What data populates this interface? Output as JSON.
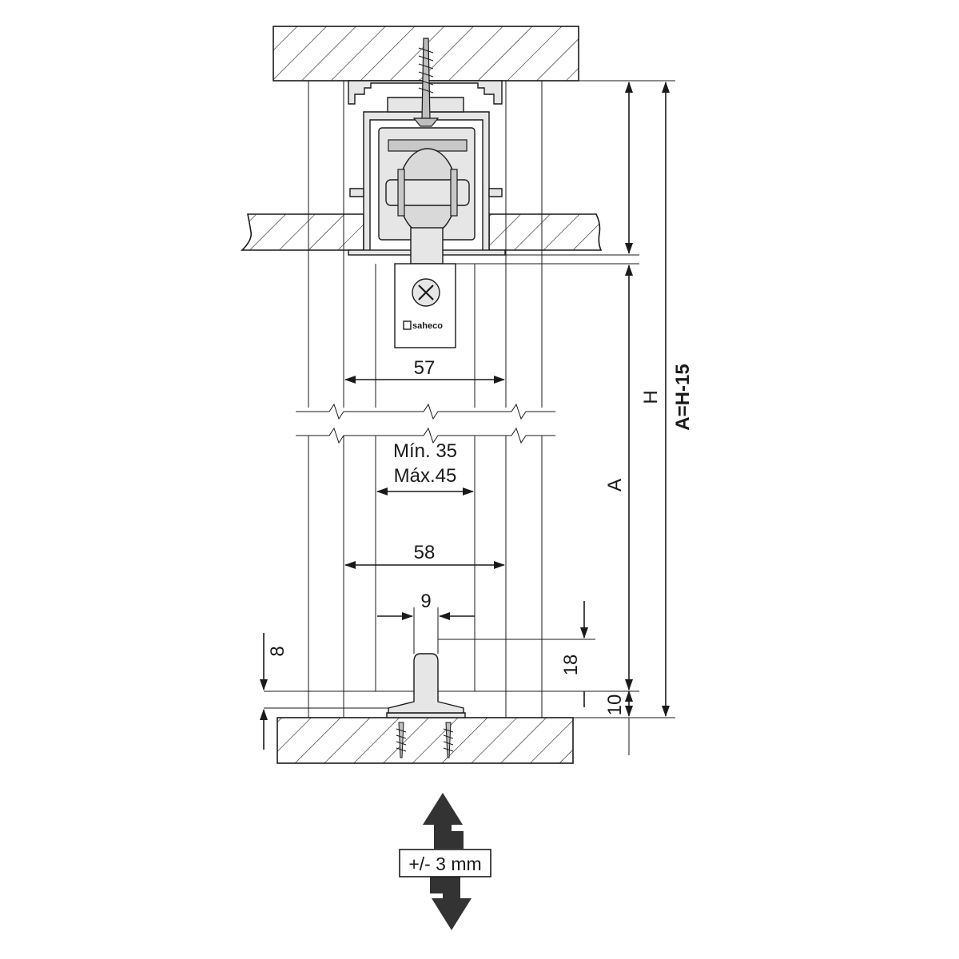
{
  "brand_mark": "saheco",
  "dimensions": {
    "width_top": "57",
    "door_min": "Mín. 35",
    "door_max": "Máx.45",
    "width_bottom": "58",
    "guide_width": "9",
    "guide_height": "18",
    "floor_clearance": "10",
    "guide_offset": "8",
    "label_H": "H",
    "label_A": "A",
    "formula": "A=H-15"
  },
  "adjustment_label": "+/- 3 mm",
  "colors": {
    "line": "#1a1a1a",
    "profile_fill": "#e6e6e6",
    "arrow_fill": "#333333"
  }
}
